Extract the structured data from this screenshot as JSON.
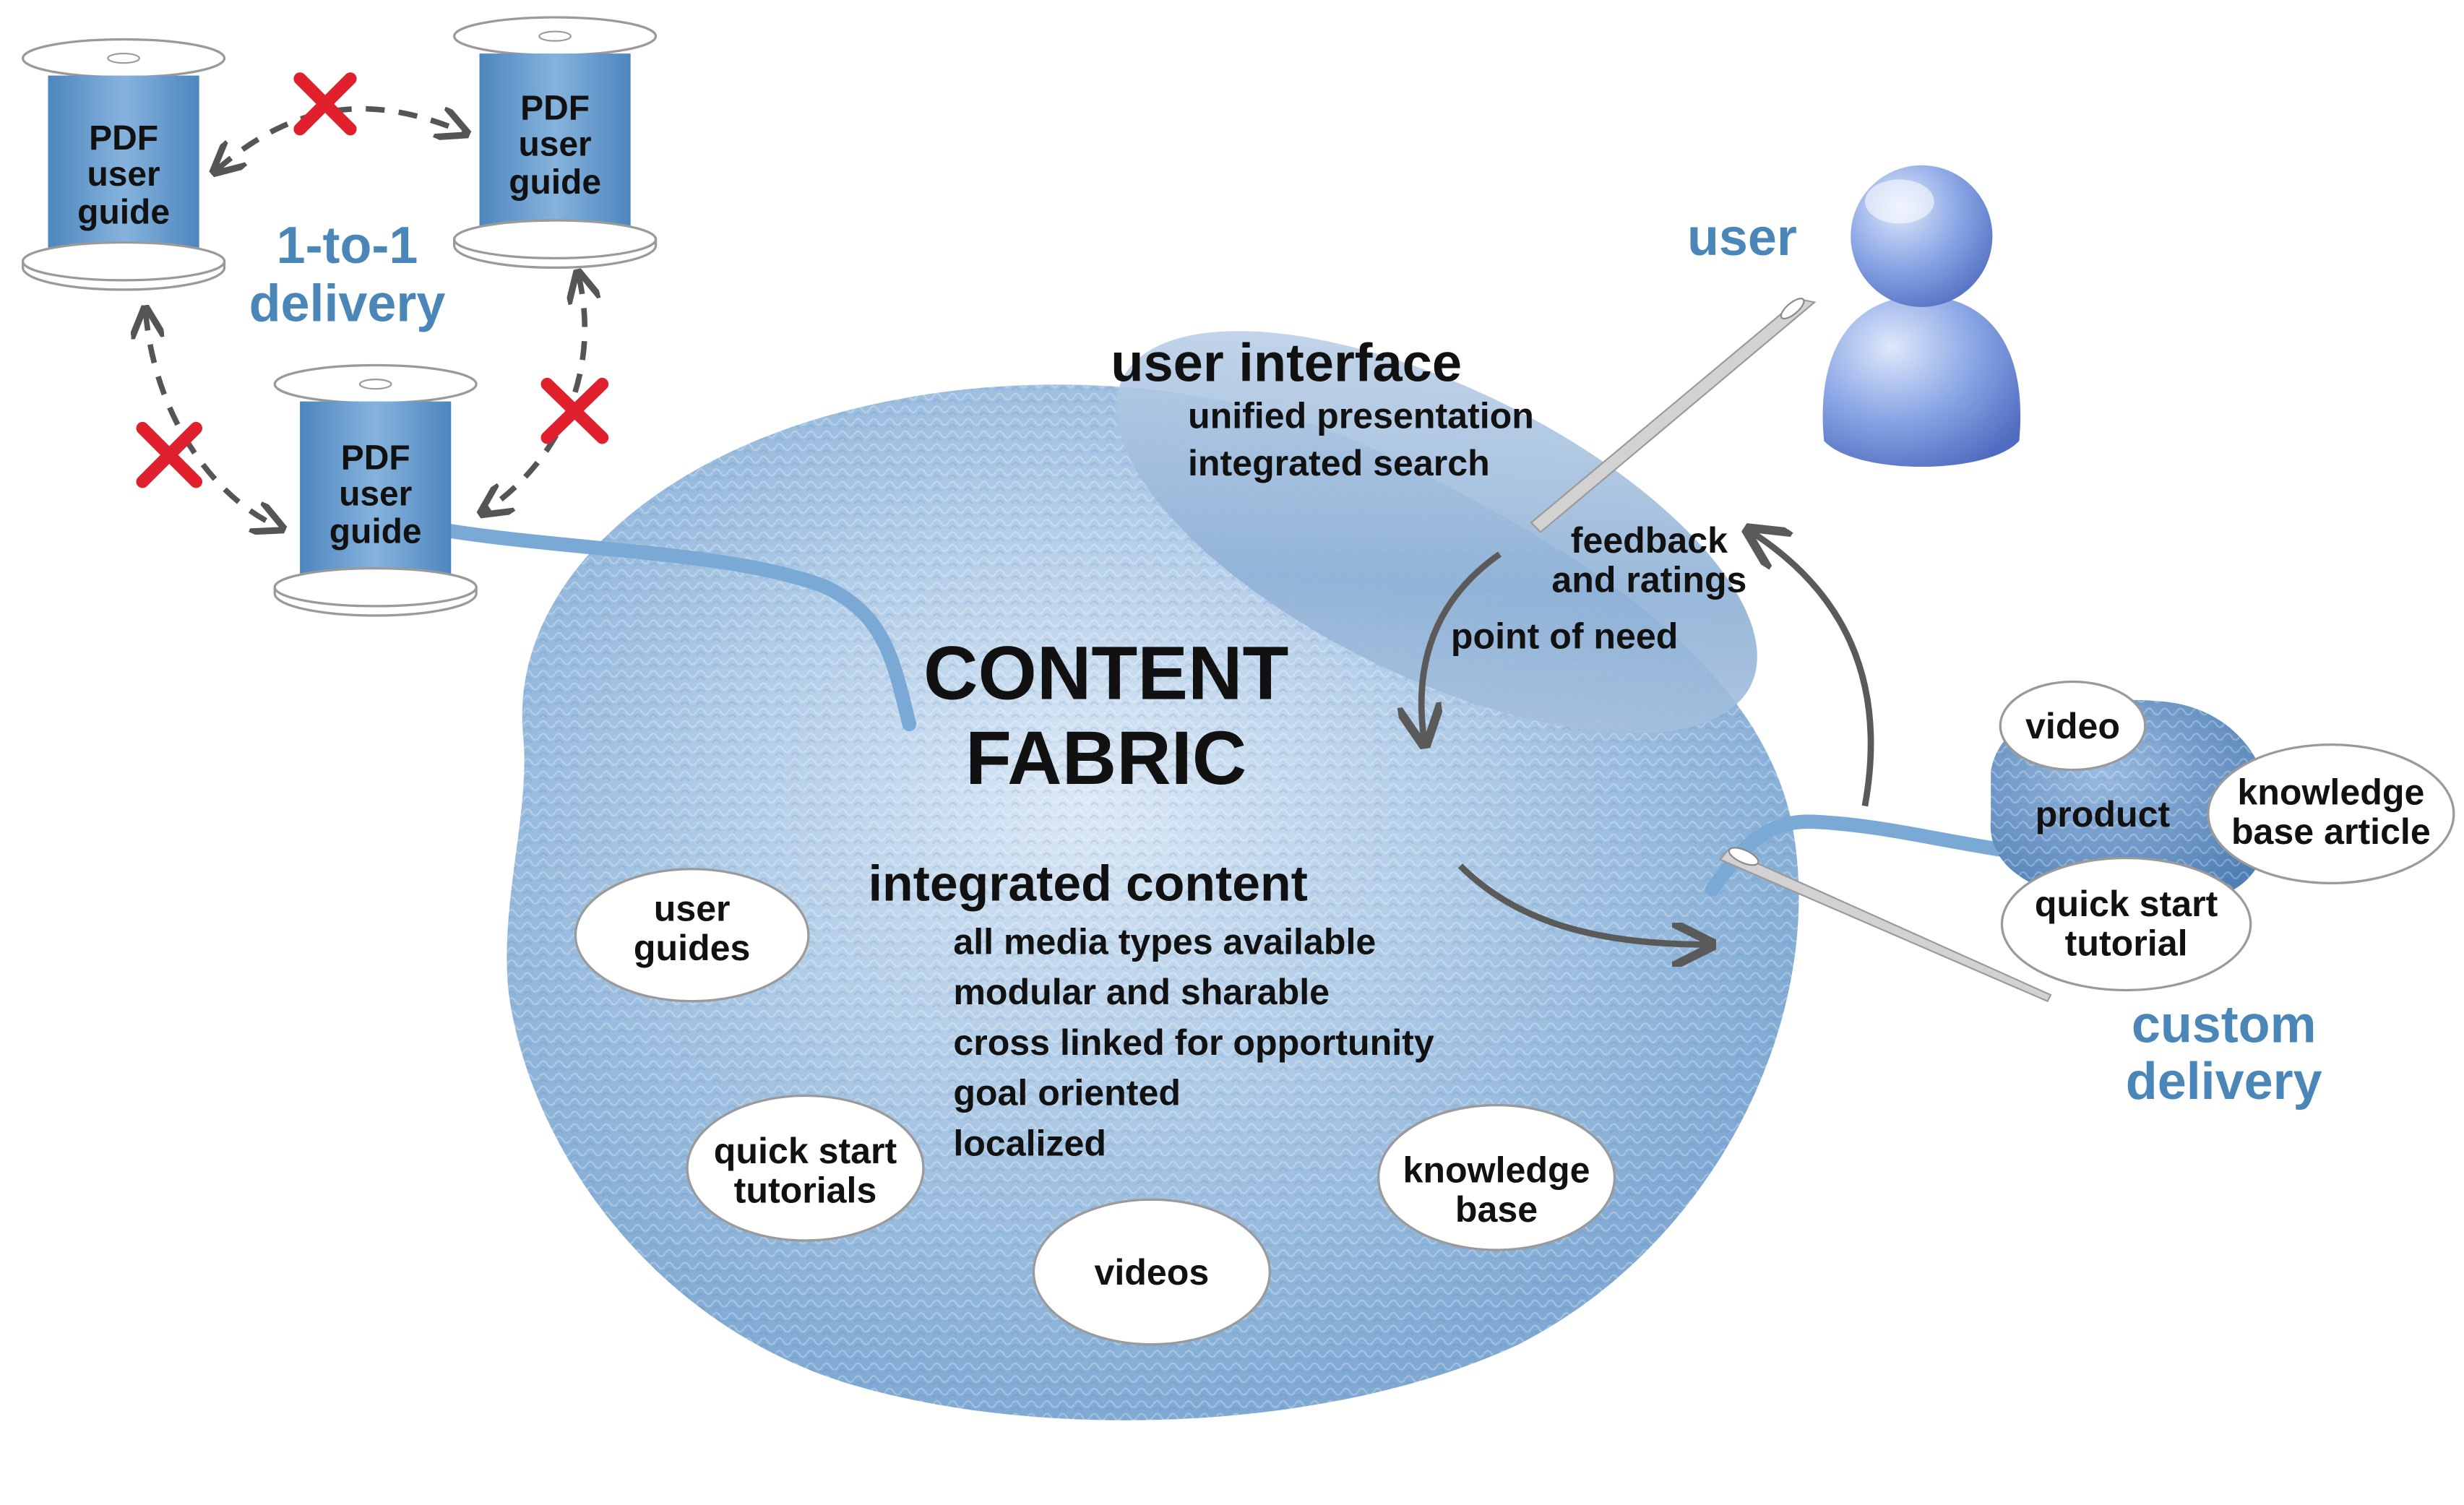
{
  "spools": [
    {
      "lines": [
        "PDF",
        "user",
        "guide"
      ]
    },
    {
      "lines": [
        "PDF",
        "user",
        "guide"
      ]
    },
    {
      "lines": [
        "PDF",
        "user",
        "guide"
      ]
    }
  ],
  "one_to_one": {
    "line1": "1-to-1",
    "line2": "delivery"
  },
  "user_label": "user",
  "user_interface": {
    "title": "user interface",
    "items": [
      "unified presentation",
      "integrated search"
    ]
  },
  "feedback": {
    "line1": "feedback",
    "line2": "and ratings"
  },
  "point_of_need": "point of need",
  "content_fabric": {
    "line1": "CONTENT",
    "line2": "FABRIC"
  },
  "integrated_content": {
    "title": "integrated content",
    "items": [
      "all media types available",
      "modular and sharable",
      "cross linked for opportunity",
      "goal oriented",
      "localized"
    ]
  },
  "content_bubbles": {
    "user_guides": [
      "user",
      "guides"
    ],
    "quick_start_tutorials": [
      "quick start",
      "tutorials"
    ],
    "videos": [
      "videos"
    ],
    "knowledge_base": [
      "knowledge",
      "base"
    ]
  },
  "product_ball": {
    "product": "product",
    "video": "video",
    "kb_article": [
      "knowledge",
      "base article"
    ],
    "quick_start_tutorial": [
      "quick start",
      "tutorial"
    ]
  },
  "custom_delivery": {
    "line1": "custom",
    "line2": "delivery"
  },
  "colors": {
    "accent_blue": "#4a86b8",
    "fabric_blue": "#a8c6e4",
    "cross_red": "#e0202c",
    "arrow_gray": "#5a5a5a",
    "thread_blue": "#7aa9d6"
  }
}
